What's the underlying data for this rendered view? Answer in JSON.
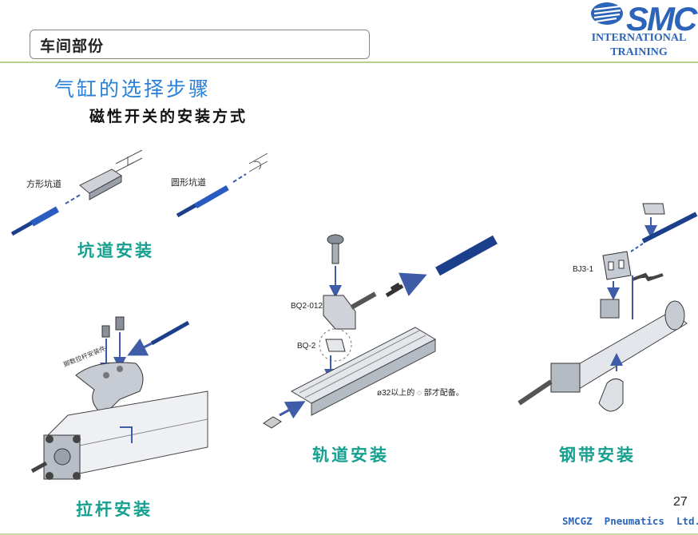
{
  "header": {
    "section_label": "车间部份",
    "logo": "SMC",
    "logo_line1": "INTERNATIONAL",
    "logo_line2": "TRAINING"
  },
  "title": "气缸的选择步骤",
  "subtitle": "磁性开关的安装方式",
  "slot_mounting": {
    "label_square": "方形坑道",
    "label_round": "圆形坑道",
    "caption": "坑道安装"
  },
  "tie_rod_mounting": {
    "part_label": "脚数拉杆安装件",
    "caption": "拉杆安装"
  },
  "rail_mounting": {
    "part_bq2_012": "BQ2-012",
    "part_bq2": "BQ-2",
    "note": "ø32以上的 ◌ 部才配备。",
    "caption": "轨道安装"
  },
  "band_mounting": {
    "part_bj3": "BJ3-1",
    "caption": "钢带安装"
  },
  "footer": {
    "page_number": "27",
    "company": "SMCGZ  Pneumatics  Ltd."
  },
  "colors": {
    "title_blue": "#2a7fd6",
    "caption_teal": "#17a08f",
    "brand_blue": "#2b64b8",
    "rule_green": "#b9d28b"
  }
}
